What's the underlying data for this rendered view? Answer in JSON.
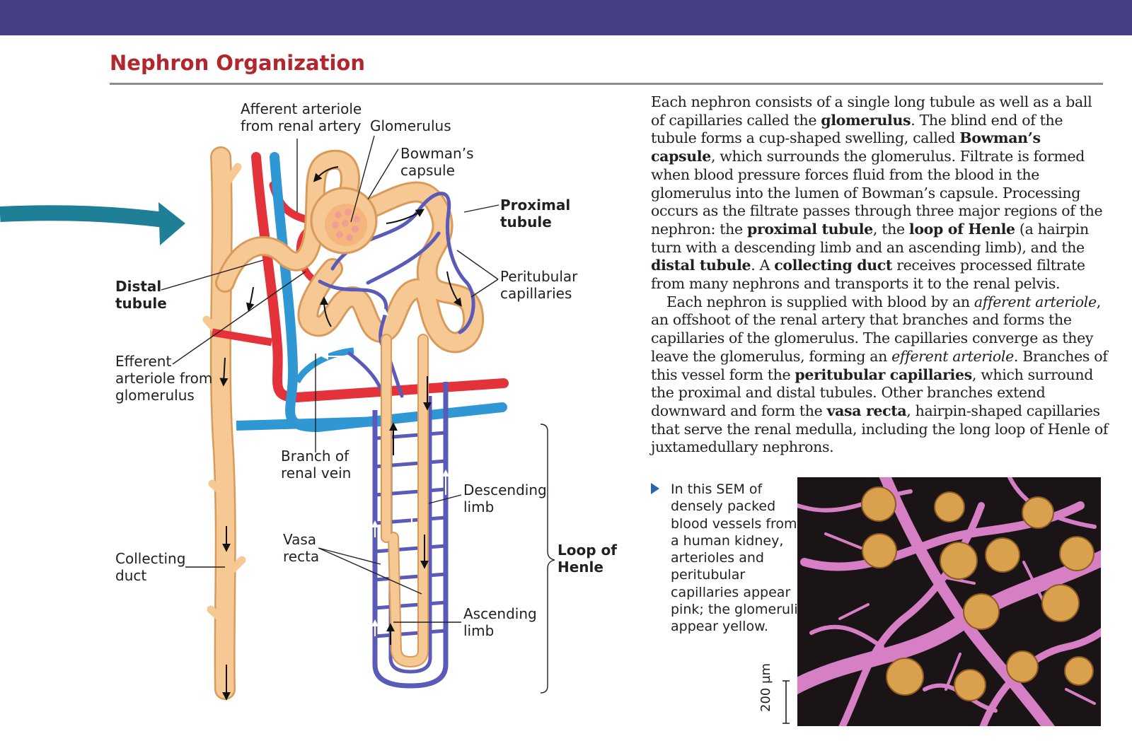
{
  "page": {
    "title": "Nephron Organization",
    "band_color": "#433e86",
    "title_color": "#b2262d"
  },
  "colors": {
    "tubule_fill": "#f6c894",
    "tubule_stroke": "#d99a5a",
    "artery_red": "#e3323a",
    "vein_blue": "#2f97d4",
    "capillary_purple": "#5a5bb8",
    "pointer_arrow": "#1e7f96"
  },
  "icons": {
    "pointer": "right-arrow-icon",
    "caption_marker": "triangle-right-icon",
    "flow": "arrow-icon"
  },
  "diagram": {
    "labels": {
      "afferent_1": "Afferent arteriole",
      "afferent_2": "from renal artery",
      "glomerulus": "Glomerulus",
      "bowmans_1": "Bowman’s",
      "bowmans_2": "capsule",
      "proximal_1": "Proximal",
      "proximal_2": "tubule",
      "peritubular_1": "Peritubular",
      "peritubular_2": "capillaries",
      "distal_1": "Distal",
      "distal_2": "tubule",
      "efferent_1": "Efferent",
      "efferent_2": "arteriole from",
      "efferent_3": "glomerulus",
      "branch_vein_1": "Branch of",
      "branch_vein_2": "renal vein",
      "descending_1": "Descending",
      "descending_2": "limb",
      "vasa_1": "Vasa",
      "vasa_2": "recta",
      "loop_1": "Loop of",
      "loop_2": "Henle",
      "collecting_1": "Collecting",
      "collecting_2": "duct",
      "ascending_1": "Ascending",
      "ascending_2": "limb"
    }
  },
  "text": {
    "p1": [
      "Each nephron consists of a single long tubule as well as a ball of capillaries called the ",
      "glomerulus",
      ". The blind end of the tubule forms a cup-shaped swelling, called ",
      "Bowman’s capsule",
      ", which surrounds the glomerulus. Filtrate is formed when blood pressure forces fluid from the blood in the glomerulus into the lumen of Bowman’s capsule. Processing occurs as the filtrate passes through three major regions of the nephron: the ",
      "proximal tubule",
      ", the ",
      "loop of Henle",
      " (a hairpin turn with a descending limb and an ascending limb), and the ",
      "distal tubule",
      ". A ",
      "collecting duct",
      " receives processed filtrate from many nephrons and transports it to the renal pelvis."
    ],
    "p2": [
      "Each nephron is supplied with blood by an ",
      "afferent arteriole",
      ", an offshoot of the renal artery that branches and forms the capillaries of the glomerulus. The capillaries converge as they leave the glomerulus, forming an ",
      "efferent arteriole",
      ". Branches of this vessel form the ",
      "peritubular capillaries",
      ", which surround the proximal and distal tubules. Other branches extend downward and form the ",
      "vasa recta",
      ", hairpin-shaped capillaries that serve the renal medulla, including the long loop of Henle of juxtamedullary nephrons."
    ]
  },
  "caption": {
    "text": "In this SEM of densely packed blood vessels from a human kidney, arterioles and peritubular capillaries appear pink; the glomeruli appear yellow.",
    "marker_color": "#2c63ae"
  },
  "micrograph": {
    "scale_label": "200 µm",
    "vessel_color": "#d77fc4",
    "glomerulus_color": "#d9a04e",
    "background_color": "#1a1417"
  }
}
